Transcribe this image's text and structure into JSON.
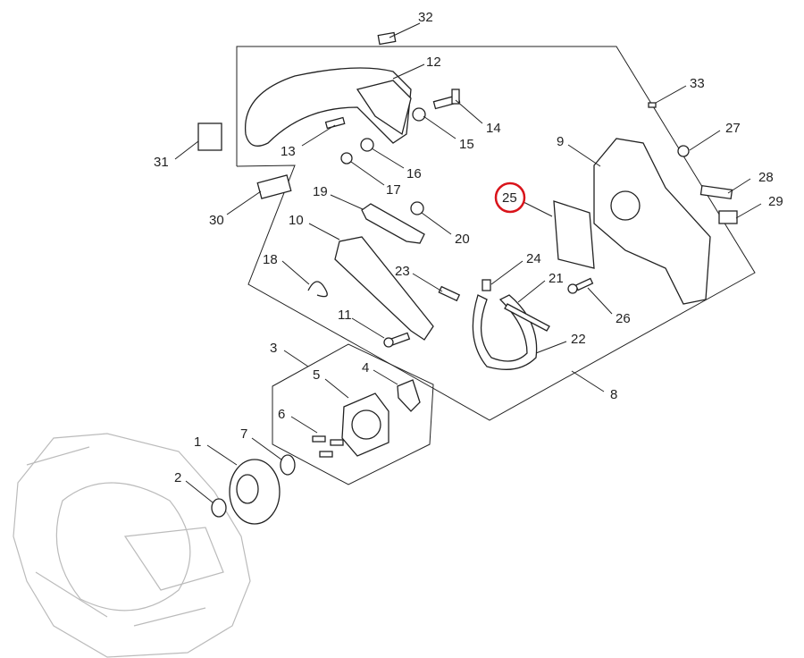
{
  "diagram": {
    "type": "exploded-parts-diagram",
    "highlight_color": "#d9141b",
    "highlighted_label": "25",
    "labels": [
      "1",
      "2",
      "3",
      "4",
      "5",
      "6",
      "7",
      "8",
      "9",
      "10",
      "11",
      "12",
      "13",
      "14",
      "15",
      "16",
      "17",
      "18",
      "19",
      "20",
      "21",
      "22",
      "23",
      "24",
      "25",
      "26",
      "27",
      "28",
      "29",
      "30",
      "31",
      "32",
      "33"
    ]
  }
}
